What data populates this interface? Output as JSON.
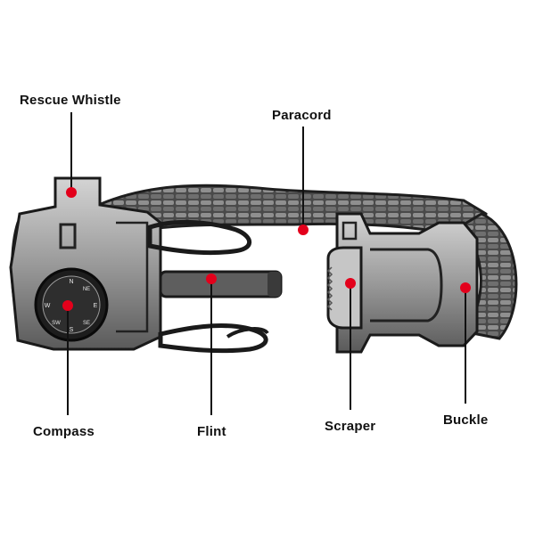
{
  "colors": {
    "marker": "#e3001b",
    "leader": "#111111",
    "label": "#111111",
    "bracelet_dark": "#2a2a2a",
    "bracelet_mid": "#6e6e6e",
    "bracelet_light": "#b8b8b8"
  },
  "callouts": [
    {
      "id": "rescue-whistle",
      "label": "Rescue Whistle"
    },
    {
      "id": "paracord",
      "label": "Paracord"
    },
    {
      "id": "compass",
      "label": "Compass"
    },
    {
      "id": "flint",
      "label": "Flint"
    },
    {
      "id": "scraper",
      "label": "Scraper"
    },
    {
      "id": "buckle",
      "label": "Buckle"
    }
  ],
  "compass_face": {
    "n": "N",
    "ne": "NE",
    "e": "E",
    "s": "S",
    "w": "W",
    "se": "SE",
    "sw": "SW"
  }
}
